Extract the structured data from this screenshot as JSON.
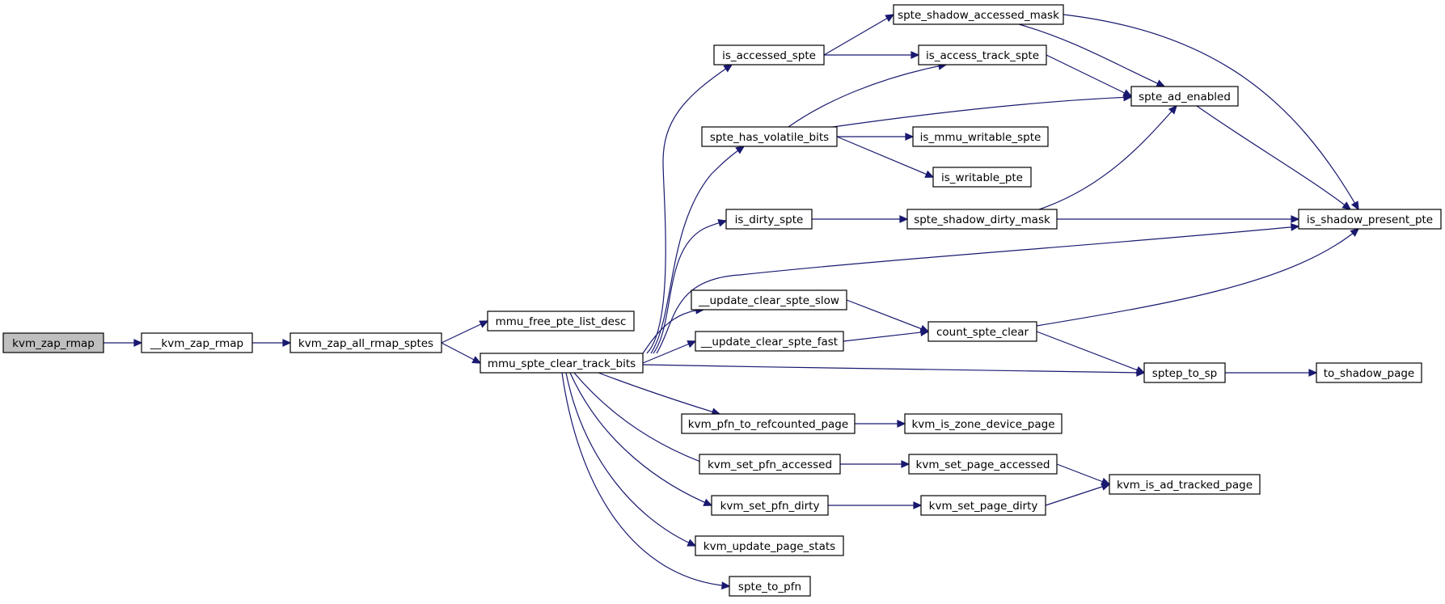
{
  "graph": {
    "edge_color": "#191970",
    "root_fill": "#bfbfbf",
    "nodes": [
      {
        "id": "kvm_zap_rmap",
        "label": "kvm_zap_rmap",
        "root": true
      },
      {
        "id": "__kvm_zap_rmap",
        "label": "__kvm_zap_rmap"
      },
      {
        "id": "kvm_zap_all_rmap_sptes",
        "label": "kvm_zap_all_rmap_sptes"
      },
      {
        "id": "mmu_free_pte_list_desc",
        "label": "mmu_free_pte_list_desc"
      },
      {
        "id": "mmu_spte_clear_track_bits",
        "label": "mmu_spte_clear_track_bits"
      },
      {
        "id": "is_accessed_spte",
        "label": "is_accessed_spte"
      },
      {
        "id": "spte_shadow_accessed_mask",
        "label": "spte_shadow_accessed_mask"
      },
      {
        "id": "is_access_track_spte",
        "label": "is_access_track_spte"
      },
      {
        "id": "spte_ad_enabled",
        "label": "spte_ad_enabled"
      },
      {
        "id": "spte_has_volatile_bits",
        "label": "spte_has_volatile_bits"
      },
      {
        "id": "is_mmu_writable_spte",
        "label": "is_mmu_writable_spte"
      },
      {
        "id": "is_writable_pte",
        "label": "is_writable_pte"
      },
      {
        "id": "is_dirty_spte",
        "label": "is_dirty_spte"
      },
      {
        "id": "spte_shadow_dirty_mask",
        "label": "spte_shadow_dirty_mask"
      },
      {
        "id": "is_shadow_present_pte",
        "label": "is_shadow_present_pte"
      },
      {
        "id": "__update_clear_spte_slow",
        "label": "__update_clear_spte_slow"
      },
      {
        "id": "count_spte_clear",
        "label": "count_spte_clear"
      },
      {
        "id": "__update_clear_spte_fast",
        "label": "__update_clear_spte_fast"
      },
      {
        "id": "sptep_to_sp",
        "label": "sptep_to_sp"
      },
      {
        "id": "to_shadow_page",
        "label": "to_shadow_page"
      },
      {
        "id": "kvm_pfn_to_refcounted_page",
        "label": "kvm_pfn_to_refcounted_page"
      },
      {
        "id": "kvm_is_zone_device_page",
        "label": "kvm_is_zone_device_page"
      },
      {
        "id": "kvm_set_pfn_accessed",
        "label": "kvm_set_pfn_accessed"
      },
      {
        "id": "kvm_set_page_accessed",
        "label": "kvm_set_page_accessed"
      },
      {
        "id": "kvm_is_ad_tracked_page",
        "label": "kvm_is_ad_tracked_page"
      },
      {
        "id": "kvm_set_pfn_dirty",
        "label": "kvm_set_pfn_dirty"
      },
      {
        "id": "kvm_set_page_dirty",
        "label": "kvm_set_page_dirty"
      },
      {
        "id": "kvm_update_page_stats",
        "label": "kvm_update_page_stats"
      },
      {
        "id": "spte_to_pfn",
        "label": "spte_to_pfn"
      }
    ],
    "edges": [
      [
        "kvm_zap_rmap",
        "__kvm_zap_rmap"
      ],
      [
        "__kvm_zap_rmap",
        "kvm_zap_all_rmap_sptes"
      ],
      [
        "kvm_zap_all_rmap_sptes",
        "mmu_free_pte_list_desc"
      ],
      [
        "kvm_zap_all_rmap_sptes",
        "mmu_spte_clear_track_bits"
      ],
      [
        "mmu_spte_clear_track_bits",
        "is_accessed_spte"
      ],
      [
        "mmu_spte_clear_track_bits",
        "spte_has_volatile_bits"
      ],
      [
        "mmu_spte_clear_track_bits",
        "is_dirty_spte"
      ],
      [
        "mmu_spte_clear_track_bits",
        "is_shadow_present_pte"
      ],
      [
        "mmu_spte_clear_track_bits",
        "__update_clear_spte_slow"
      ],
      [
        "mmu_spte_clear_track_bits",
        "__update_clear_spte_fast"
      ],
      [
        "mmu_spte_clear_track_bits",
        "sptep_to_sp"
      ],
      [
        "mmu_spte_clear_track_bits",
        "kvm_pfn_to_refcounted_page"
      ],
      [
        "mmu_spte_clear_track_bits",
        "kvm_set_pfn_accessed"
      ],
      [
        "mmu_spte_clear_track_bits",
        "kvm_set_pfn_dirty"
      ],
      [
        "mmu_spte_clear_track_bits",
        "kvm_update_page_stats"
      ],
      [
        "mmu_spte_clear_track_bits",
        "spte_to_pfn"
      ],
      [
        "is_accessed_spte",
        "spte_shadow_accessed_mask"
      ],
      [
        "is_accessed_spte",
        "is_access_track_spte"
      ],
      [
        "spte_shadow_accessed_mask",
        "spte_ad_enabled"
      ],
      [
        "spte_shadow_accessed_mask",
        "is_shadow_present_pte"
      ],
      [
        "is_access_track_spte",
        "spte_ad_enabled"
      ],
      [
        "spte_ad_enabled",
        "is_shadow_present_pte"
      ],
      [
        "spte_has_volatile_bits",
        "is_access_track_spte"
      ],
      [
        "spte_has_volatile_bits",
        "spte_ad_enabled"
      ],
      [
        "spte_has_volatile_bits",
        "is_mmu_writable_spte"
      ],
      [
        "spte_has_volatile_bits",
        "is_writable_pte"
      ],
      [
        "is_dirty_spte",
        "spte_shadow_dirty_mask"
      ],
      [
        "spte_shadow_dirty_mask",
        "spte_ad_enabled"
      ],
      [
        "spte_shadow_dirty_mask",
        "is_shadow_present_pte"
      ],
      [
        "__update_clear_spte_slow",
        "count_spte_clear"
      ],
      [
        "__update_clear_spte_fast",
        "count_spte_clear"
      ],
      [
        "count_spte_clear",
        "is_shadow_present_pte"
      ],
      [
        "count_spte_clear",
        "sptep_to_sp"
      ],
      [
        "sptep_to_sp",
        "to_shadow_page"
      ],
      [
        "kvm_pfn_to_refcounted_page",
        "kvm_is_zone_device_page"
      ],
      [
        "kvm_set_pfn_accessed",
        "kvm_set_page_accessed"
      ],
      [
        "kvm_set_page_accessed",
        "kvm_is_ad_tracked_page"
      ],
      [
        "kvm_set_pfn_dirty",
        "kvm_set_page_dirty"
      ],
      [
        "kvm_set_page_dirty",
        "kvm_is_ad_tracked_page"
      ]
    ]
  }
}
